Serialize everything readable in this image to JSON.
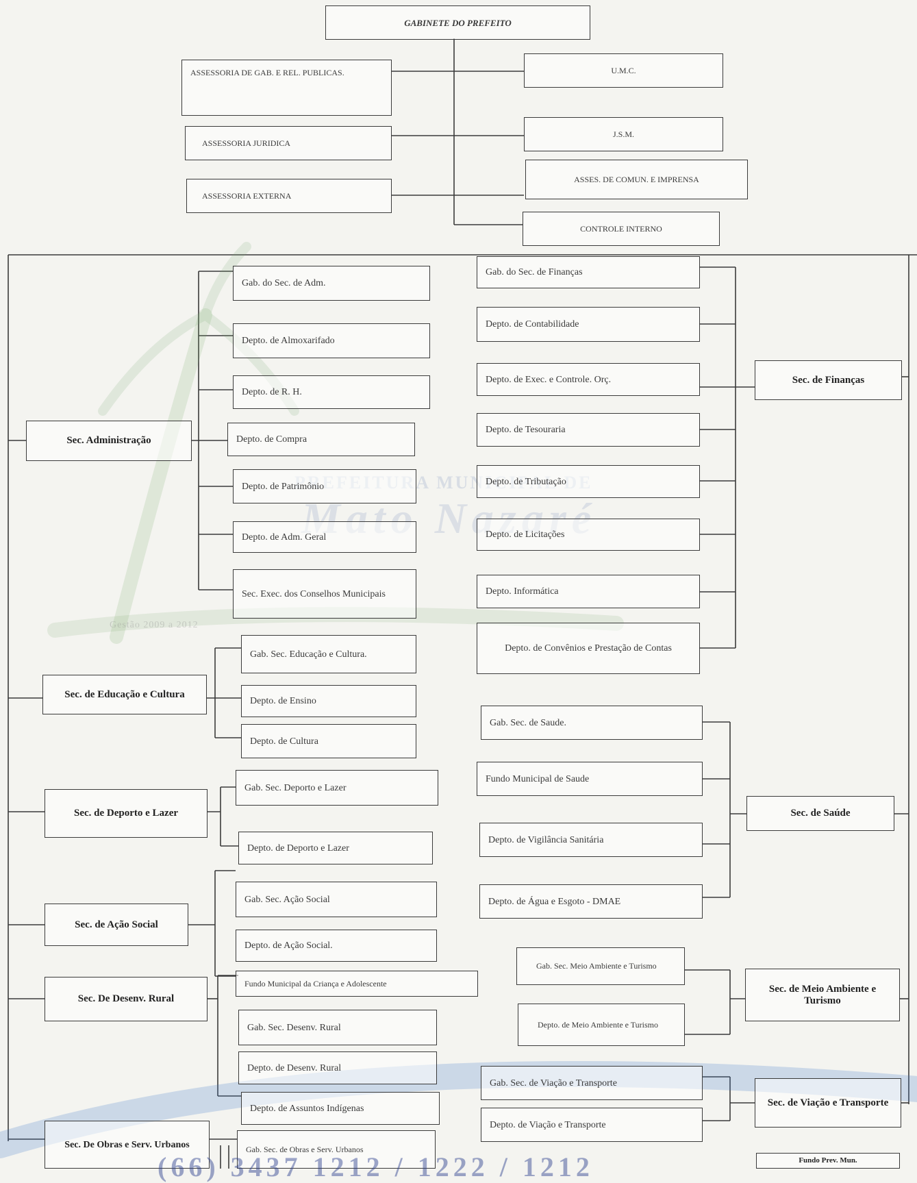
{
  "top": {
    "gabinete": "GABINETE DO PREFEITO",
    "assessoria_gab": "ASSESSORIA DE GAB. E REL. PUBLICAS.",
    "assessoria_juridica": "ASSESSORIA JURIDICA",
    "assessoria_externa": "ASSESSORIA EXTERNA",
    "umc": "U.M.C.",
    "jsm": "J.S.M.",
    "asses_comun": "ASSES. DE COMUN. E IMPRENSA",
    "controle_interno": "CONTROLE INTERNO"
  },
  "left": {
    "sec_administracao": "Sec. Administração",
    "adm_gab": "Gab. do Sec. de Adm.",
    "adm_almox": "Depto. de Almoxarifado",
    "adm_rh": "Depto. de R. H.",
    "adm_compra": "Depto. de Compra",
    "adm_patrimonio": "Depto. de Patrimônio",
    "adm_geral": "Depto. de Adm. Geral",
    "adm_conselhos": "Sec. Exec. dos Conselhos Municipais",
    "sec_educacao": "Sec. de Educação e Cultura",
    "edu_gab": "Gab. Sec. Educação e Cultura.",
    "edu_ensino": "Depto. de Ensino",
    "edu_cultura": "Depto. de Cultura",
    "sec_deporto": "Sec. de Deporto e Lazer",
    "dep_gab": "Gab. Sec. Deporto e Lazer",
    "dep_depto": "Depto. de Deporto e Lazer",
    "sec_acao": "Sec. de Ação Social",
    "acao_gab": "Gab. Sec. Ação Social",
    "acao_depto": "Depto. de Ação Social.",
    "acao_fundo": "Fundo Municipal da Criança e Adolescente",
    "sec_rural": "Sec. De Desenv. Rural",
    "rural_gab": "Gab. Sec. Desenv. Rural",
    "rural_depto": "Depto. de Desenv. Rural",
    "rural_indigenas": "Depto. de Assuntos Indígenas",
    "sec_obras": "Sec. De Obras e Serv. Urbanos",
    "obras_gab": "Gab. Sec. de Obras e Serv. Urbanos"
  },
  "right": {
    "fin_gab": "Gab. do Sec. de Finanças",
    "fin_contab": "Depto. de Contabilidade",
    "fin_exec": "Depto. de Exec. e Controle. Orç.",
    "fin_tesouraria": "Depto. de Tesouraria",
    "fin_tributacao": "Depto. de Tributação",
    "fin_licitacoes": "Depto. de Licitações",
    "fin_informatica": "Depto. Informática",
    "fin_convenios": "Depto. de Convênios e Prestação de Contas",
    "sec_financas": "Sec. de Finanças",
    "sau_gab": "Gab. Sec. de Saude.",
    "sau_fundo": "Fundo Municipal de Saude",
    "sau_vigilancia": "Depto. de Vigilância Sanitária",
    "sau_agua": "Depto. de Água e Esgoto - DMAE",
    "sec_saude": "Sec. de Saúde",
    "mei_gab": "Gab. Sec. Meio Ambiente e Turismo",
    "mei_depto": "Depto. de Meio Ambiente e Turismo",
    "sec_meio": "Sec. de Meio Ambiente e Turismo",
    "via_gab": "Gab. Sec. de Viação e Transporte",
    "via_depto": "Depto. de Viação e Transporte",
    "sec_viacao": "Sec. de Viação e Transporte",
    "fundo_prev": "Fundo Prev. Mun."
  },
  "watermark": {
    "line1": "PREFEITURA MUNICIPAL DE",
    "line2": "Mato Nazaré",
    "line3": "Gestão 2009 a 2012"
  },
  "footer": "(66) 3437 1212 / 1222 / 1212"
}
